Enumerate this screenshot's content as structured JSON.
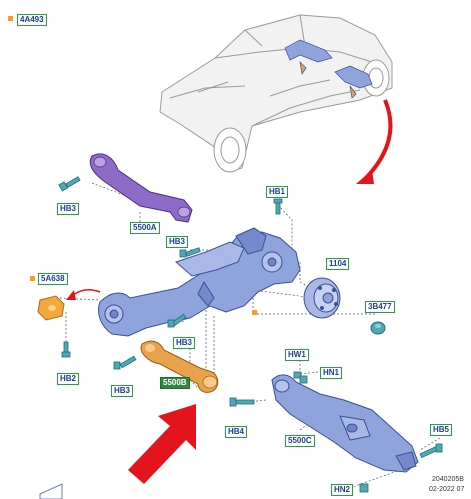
{
  "header": {
    "ref_code": "4A493"
  },
  "labels": {
    "hb3_top": "HB3",
    "arm_5500a": "5500A",
    "hb1": "HB1",
    "hb3_mid": "HB3",
    "knuckle_1104": "1104",
    "mount_5a638": "5A638",
    "hb3_lower": "HB3",
    "cap_3b477": "3B477",
    "hb2": "HB2",
    "hb3_bottom": "HB3",
    "link_5500b": "5500B",
    "hw1": "HW1",
    "hn1": "HN1",
    "hb4": "HB4",
    "arm_5500c": "5500C",
    "hb5": "HB5",
    "hn2": "HN2"
  },
  "footer": {
    "diagram_code": "2040205B",
    "date": "02-2022 07"
  },
  "colors": {
    "label_border": "#2a9b4a",
    "label_text": "#1b3f8f",
    "filled_label_bg": "#2e8a3c",
    "arm_purple": "#8e6bc8",
    "arm_blue": "#8fa3dc",
    "link_orange": "#e8a24a",
    "mount_orange": "#f2a83a",
    "bolt_teal": "#4fa8b4",
    "arrow_red": "#e3141c",
    "marker_orange": "#f3a21a"
  }
}
